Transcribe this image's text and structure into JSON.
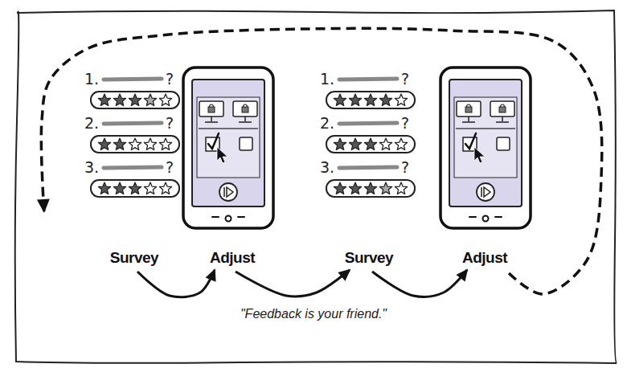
{
  "diagram": {
    "caption": "\"Feedback is your friend.\"",
    "nodes": [
      {
        "text": [
          "Survey"
        ]
      },
      {
        "text": [
          "Adjust"
        ]
      },
      {
        "text": [
          "Survey"
        ]
      },
      {
        "text": [
          "Adjust"
        ]
      }
    ],
    "edges": [
      {
        "from": 0,
        "to": 1,
        "arrow": "to"
      },
      {
        "from": 1,
        "to": 2,
        "arrow": "to"
      },
      {
        "from": 2,
        "to": 3,
        "arrow": "to"
      },
      {
        "from": 3,
        "to": 0,
        "arrow": "to"
      }
    ],
    "labels": [
      "1.",
      "?",
      "2.",
      "?",
      "3.",
      "?",
      "1.",
      "?",
      "2.",
      "?",
      "3.",
      "?"
    ]
  }
}
